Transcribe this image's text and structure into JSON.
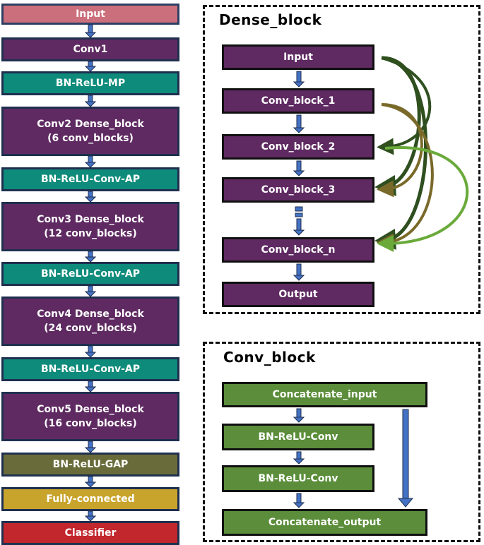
{
  "left_column": [
    {
      "id": "input",
      "label": "Input",
      "color": "#cc6f7c"
    },
    {
      "id": "conv1",
      "label": "Conv1",
      "color": "#5f2a62"
    },
    {
      "id": "bn-relu-mp",
      "label": "BN-ReLU-MP",
      "color": "#0e8b7b"
    },
    {
      "id": "conv2",
      "label": "Conv2 Dense_block\n(6 conv_blocks)",
      "color": "#5f2a62"
    },
    {
      "id": "transition-1",
      "label": "BN-ReLU-Conv-AP",
      "color": "#0e8b7b"
    },
    {
      "id": "conv3",
      "label": "Conv3 Dense_block\n(12 conv_blocks)",
      "color": "#5f2a62"
    },
    {
      "id": "transition-2",
      "label": "BN-ReLU-Conv-AP",
      "color": "#0e8b7b"
    },
    {
      "id": "conv4",
      "label": "Conv4 Dense_block\n(24 conv_blocks)",
      "color": "#5f2a62"
    },
    {
      "id": "transition-3",
      "label": "BN-ReLU-Conv-AP",
      "color": "#0e8b7b"
    },
    {
      "id": "conv5",
      "label": "Conv5 Dense_block\n(16 conv_blocks)",
      "color": "#5f2a62"
    },
    {
      "id": "bn-relu-gap",
      "label": "BN-ReLU-GAP",
      "color": "#6a6b3a"
    },
    {
      "id": "fully-connected",
      "label": "Fully-connected",
      "color": "#c8a42c"
    },
    {
      "id": "classifier",
      "label": "Classifier",
      "color": "#c1272d"
    }
  ],
  "dense_block": {
    "title": "Dense_block",
    "nodes": [
      "Input",
      "Conv_block_1",
      "Conv_block_2",
      "Conv_block_3",
      "Conv_block_n",
      "Output"
    ]
  },
  "conv_block": {
    "title": "Conv_block",
    "nodes": [
      "Concatenate_input",
      "BN-ReLU-Conv",
      "BN-ReLU-Conv",
      "Concatenate_output"
    ]
  },
  "colors": {
    "arrow_blue": "#4472c4",
    "skip_dark_green": "#2f4f1f",
    "skip_light_green": "#6aaa3a",
    "skip_brown_green": "#7a6a2a"
  }
}
